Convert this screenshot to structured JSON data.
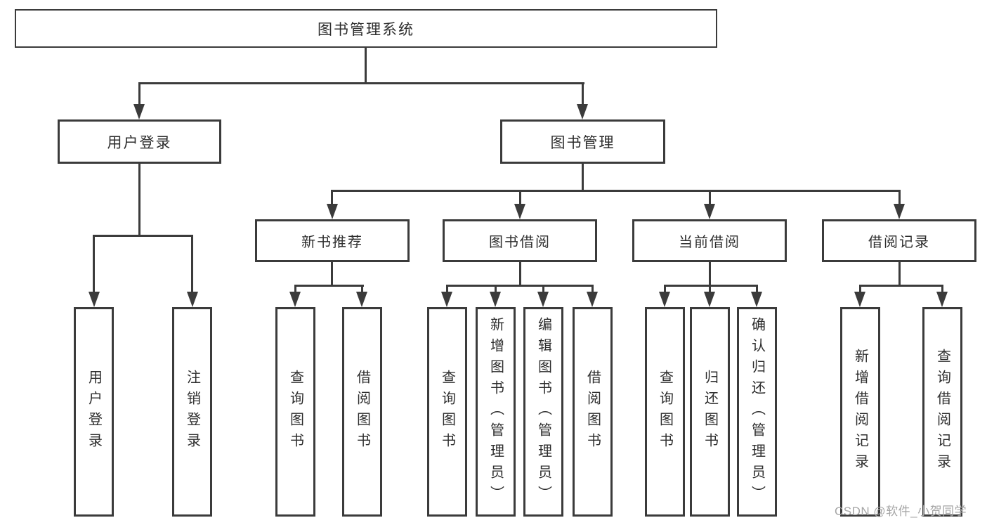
{
  "root": {
    "label": "图书管理系统"
  },
  "level2": {
    "user_login": {
      "label": "用户登录"
    },
    "book_mgmt": {
      "label": "图书管理"
    }
  },
  "level3": {
    "new_book_recommend": {
      "label": "新书推荐"
    },
    "book_borrow": {
      "label": "图书借阅"
    },
    "current_borrow": {
      "label": "当前借阅"
    },
    "borrow_records": {
      "label": "借阅记录"
    }
  },
  "level4": {
    "user_login_children": [
      {
        "label": "用户登录"
      },
      {
        "label": "注销登录"
      }
    ],
    "new_book_children": [
      {
        "label": "查询图书"
      },
      {
        "label": "借阅图书"
      }
    ],
    "book_borrow_children": [
      {
        "label": "查询图书"
      },
      {
        "label": "新增图书（管理员）"
      },
      {
        "label": "编辑图书（管理员）"
      },
      {
        "label": "借阅图书"
      }
    ],
    "current_borrow_children": [
      {
        "label": "查询图书"
      },
      {
        "label": "归还图书"
      },
      {
        "label": "确认归还（管理员）"
      }
    ],
    "borrow_records_children": [
      {
        "label": "新增借阅记录"
      },
      {
        "label": "查询借阅记录"
      }
    ]
  },
  "watermark": {
    "text": "CSDN @软件_小贺同学"
  },
  "colors": {
    "line": "#3b3b3b",
    "text": "#2d2d2d",
    "watermark": "#a6a6a6",
    "background": "#ffffff"
  }
}
